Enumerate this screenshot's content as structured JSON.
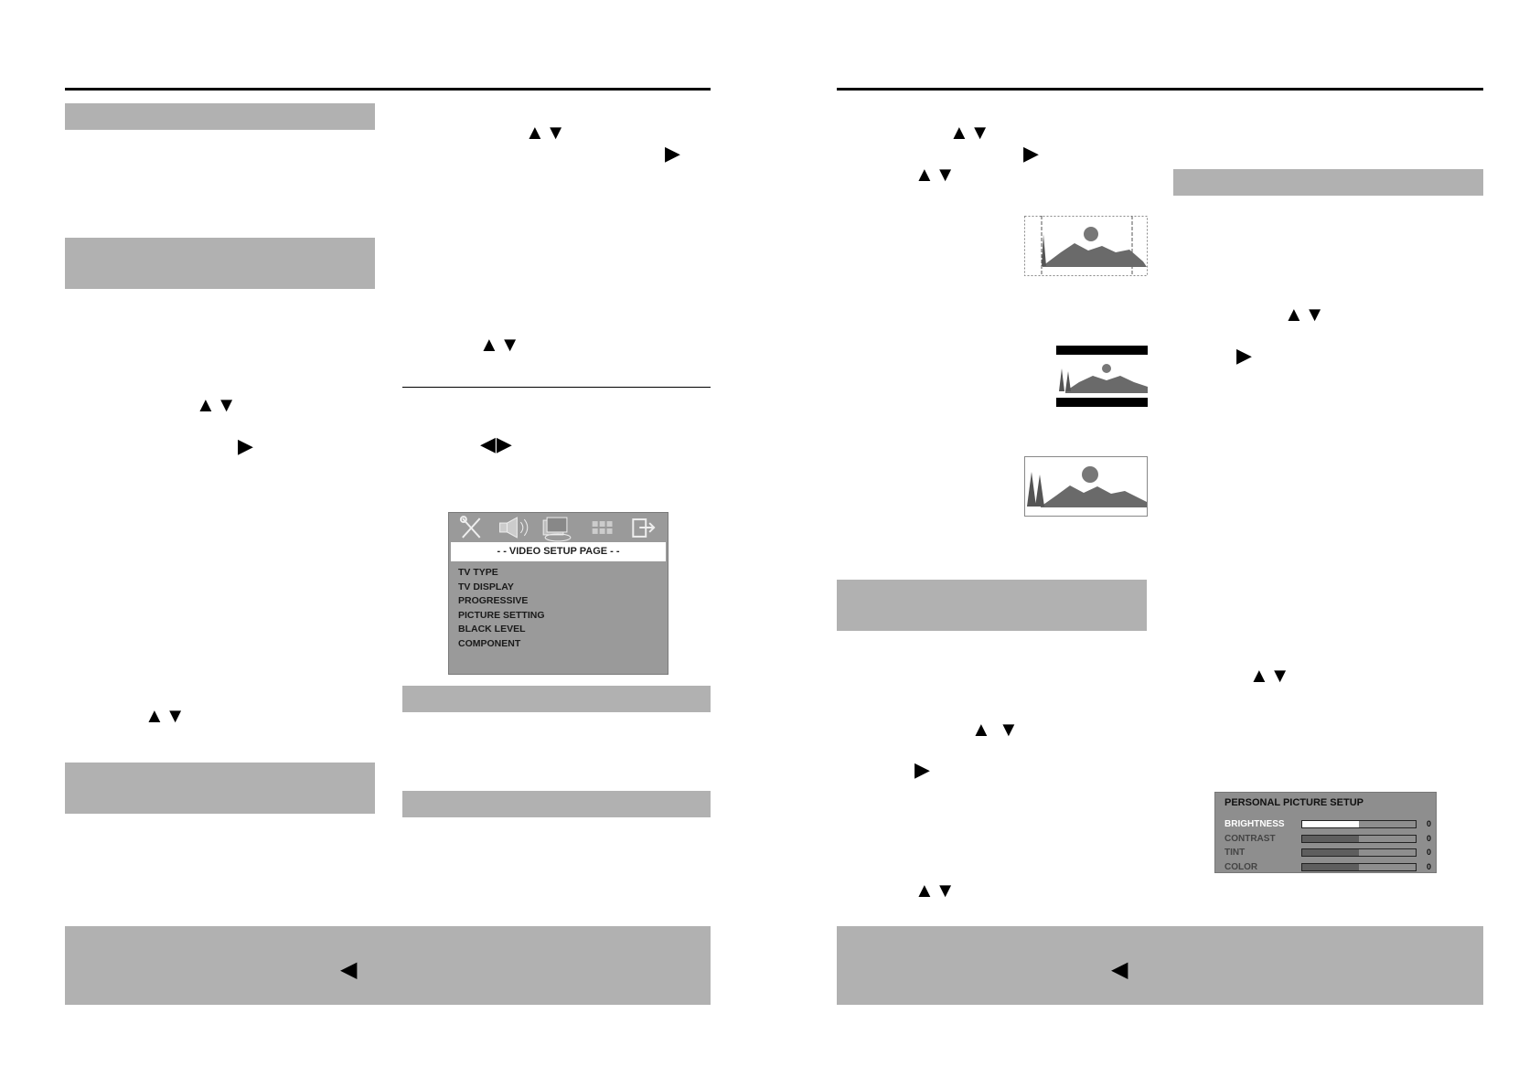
{
  "icons": {
    "arrow_up_down": "▲▼",
    "arrow_right": "▶",
    "arrow_left": "◀",
    "arrow_left_right": "◀▶",
    "arrow_up": "▲",
    "arrow_down": "▼"
  },
  "video_setup_menu": {
    "title": "- -  VIDEO  SETUP  PAGE  - -",
    "tab_icons": [
      "tools-icon",
      "speaker-icon",
      "video-icon",
      "preference-icon",
      "exit-icon"
    ],
    "items": [
      "TV TYPE",
      "TV DISPLAY",
      "PROGRESSIVE",
      "PICTURE SETTING",
      "BLACK LEVEL",
      "COMPONENT"
    ]
  },
  "personal_picture_setup": {
    "title": "PERSONAL PICTURE SETUP",
    "rows": [
      {
        "label": "BRIGHTNESS",
        "value": "0",
        "level": 0.5,
        "selected": true
      },
      {
        "label": "CONTRAST",
        "value": "0",
        "level": 0.5,
        "selected": false
      },
      {
        "label": "TINT",
        "value": "0",
        "level": 0.5,
        "selected": false
      },
      {
        "label": "COLOR",
        "value": "0",
        "level": 0.5,
        "selected": false
      }
    ]
  },
  "colors": {
    "header_bar": "#b1b1b1",
    "menu_bg": "#9a9a9a",
    "rule": "#000000"
  }
}
